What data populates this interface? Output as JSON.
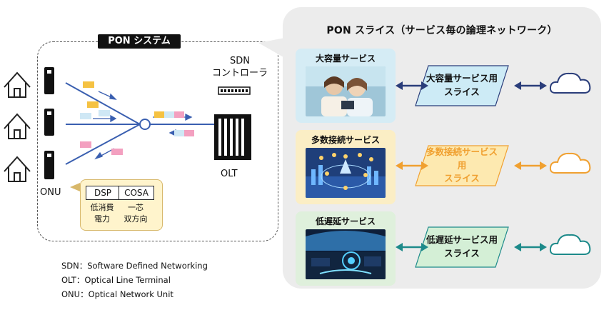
{
  "pon": {
    "title": "PON システム",
    "onu_label": "ONU",
    "sdn_label_line1": "SDN",
    "sdn_label_line2": "コントローラ",
    "olt_label": "OLT",
    "features": [
      {
        "name": "DSP",
        "desc_line1": "低消費",
        "desc_line2": "電力"
      },
      {
        "name": "COSA",
        "desc_line1": "一芯",
        "desc_line2": "双方向"
      }
    ]
  },
  "right": {
    "title": "PON スライス（サービス毎の論理ネットワーク）",
    "services": [
      {
        "label": "大容量サービス",
        "slice_line1": "大容量サービス用",
        "slice_line2": "スライス",
        "color": "#2a3d7a",
        "slice_bg": "#cdebf6",
        "card_bg": "#d5ecf5"
      },
      {
        "label": "多数接続サービス",
        "slice_line1": "多数接続サービス用",
        "slice_line2": "スライス",
        "color": "#f0a030",
        "slice_bg": "#fde9b0",
        "card_bg": "#fbeec5"
      },
      {
        "label": "低遅延サービス",
        "slice_line1": "低遅延サービス用",
        "slice_line2": "スライス",
        "color": "#1d8a8a",
        "slice_bg": "#d4efd6",
        "card_bg": "#dff0dc"
      }
    ]
  },
  "legend": [
    "SDN：Software Defined Networking",
    "OLT：Optical Line Terminal",
    "ONU：Optical Network Unit"
  ]
}
